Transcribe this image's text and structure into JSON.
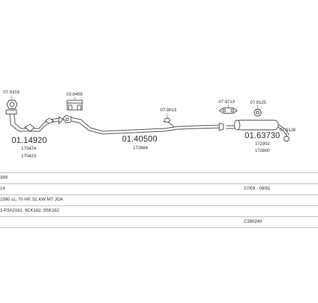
{
  "diagram": {
    "parts": [
      {
        "code": "07.9153"
      },
      {
        "code": "01.14920",
        "refs": [
          "170474",
          "170423"
        ]
      },
      {
        "code": "02.8459"
      },
      {
        "code": "01.40500",
        "refs": [
          "172884"
        ]
      },
      {
        "code": "07.9013"
      },
      {
        "code": "07.9713"
      },
      {
        "code": "07.9125"
      },
      {
        "code": "07.9126"
      },
      {
        "code": "01.63730",
        "refs": [
          "172902",
          "172800"
        ]
      }
    ]
  },
  "table": {
    "rows": [
      {
        "left": "309",
        "right": ""
      },
      {
        "left": "14",
        "right": "07/09 - 08/91"
      },
      {
        "left": "1580 cc, 70 HP, 51 KW MT JOA",
        "right": ""
      },
      {
        "left": "1-P3A2162, 9CK162, 9SK162",
        "right": ""
      },
      {
        "left": "",
        "right": "C260240"
      }
    ]
  }
}
